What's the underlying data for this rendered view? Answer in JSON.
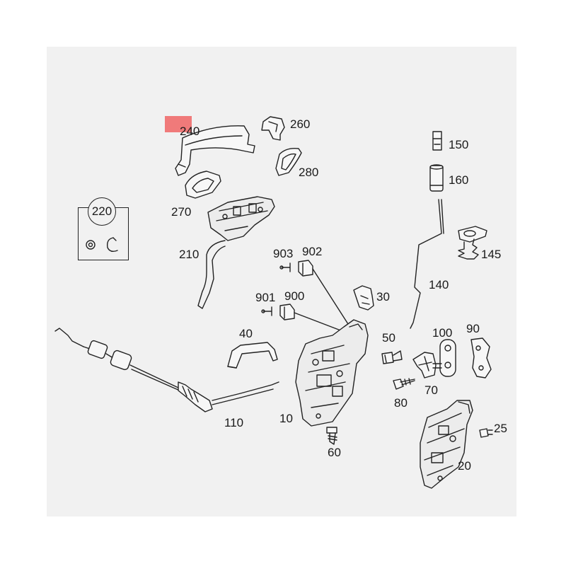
{
  "highlight_color": "#f07a7a",
  "panel_color": "#f1f1f1",
  "line_color": "#222222",
  "callout_220": "220",
  "labels": {
    "p240": "240",
    "p260": "260",
    "p280": "280",
    "p270": "270",
    "p210": "210",
    "p150": "150",
    "p160": "160",
    "p145": "145",
    "p140": "140",
    "p903": "903",
    "p902": "902",
    "p901": "901",
    "p900": "900",
    "p30": "30",
    "p40": "40",
    "p50": "50",
    "p100": "100",
    "p90": "90",
    "p70": "70",
    "p80": "80",
    "p110": "110",
    "p10": "10",
    "p60": "60",
    "p25": "25",
    "p20": "20"
  }
}
